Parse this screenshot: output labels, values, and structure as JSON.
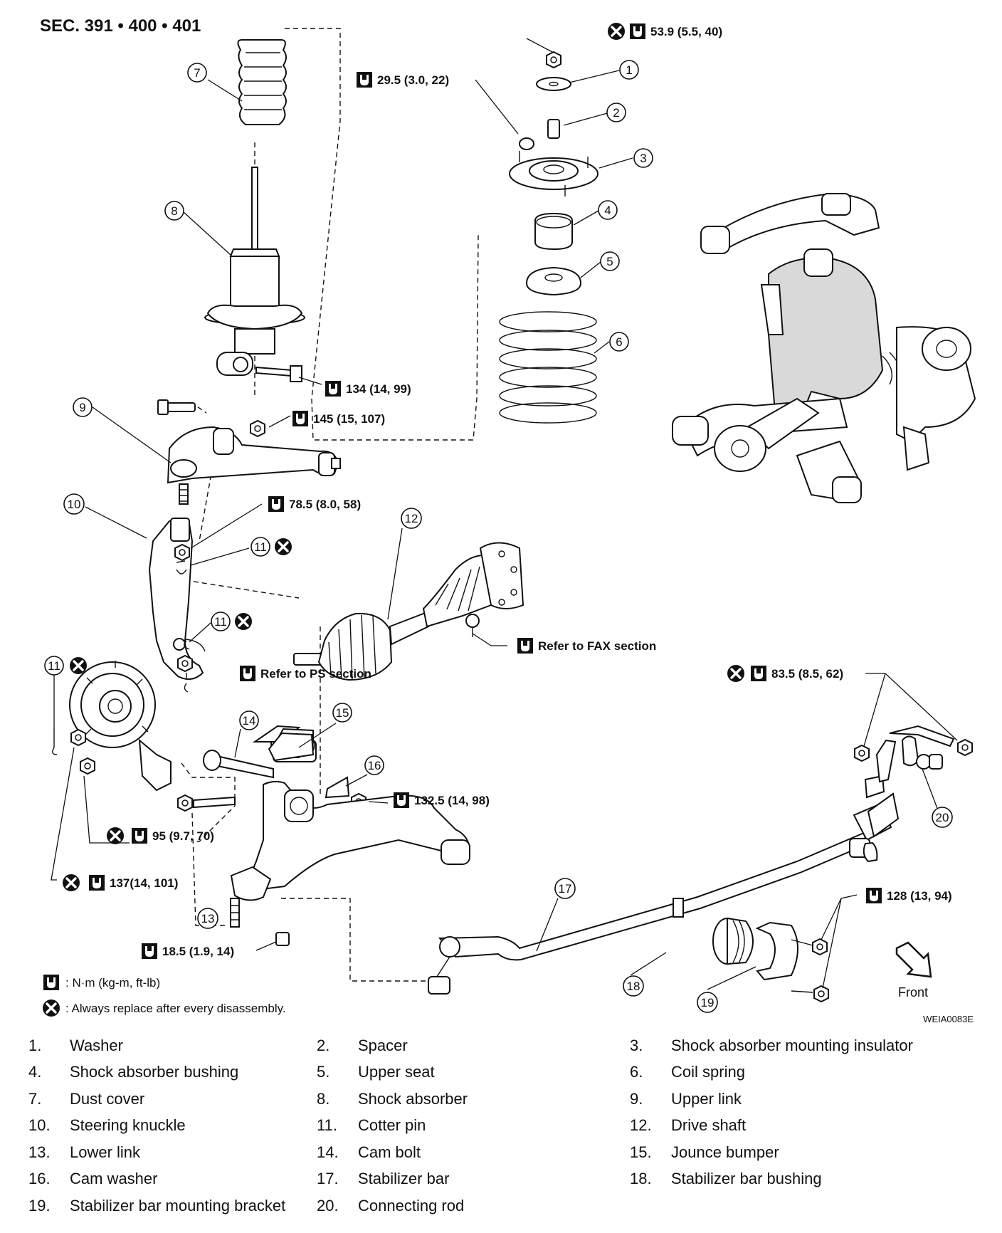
{
  "section_title": "SEC. 391 • 400 • 401",
  "torque_specs": {
    "t1": "53.9 (5.5, 40)",
    "t2": "29.5 (3.0, 22)",
    "t3": "134 (14, 99)",
    "t4": "145 (15, 107)",
    "t5": "78.5 (8.0, 58)",
    "t6": "Refer to FAX section",
    "t7": "Refer to PS section",
    "t8": "83.5 (8.5, 62)",
    "t9": "132.5 (14, 98)",
    "t10": "95 (9.7, 70)",
    "t11": "137(14, 101)",
    "t12": "128 (13, 94)",
    "t13": "18.5 (1.9, 14)"
  },
  "callouts": [
    "1",
    "2",
    "3",
    "4",
    "5",
    "6",
    "7",
    "8",
    "9",
    "10",
    "11",
    "12",
    "14",
    "15",
    "16",
    "17",
    "18",
    "19",
    "20",
    "13"
  ],
  "legend": {
    "torque": ": N·m (kg-m, ft-lb)",
    "replace": ": Always replace after every disassembly."
  },
  "figure_code": "WEIA0083E",
  "front_label": "Front",
  "parts": [
    {
      "num": "1.",
      "name": "Washer"
    },
    {
      "num": "2.",
      "name": "Spacer"
    },
    {
      "num": "3.",
      "name": "Shock absorber mounting insulator"
    },
    {
      "num": "4.",
      "name": "Shock absorber bushing"
    },
    {
      "num": "5.",
      "name": "Upper seat"
    },
    {
      "num": "6.",
      "name": "Coil spring"
    },
    {
      "num": "7.",
      "name": "Dust cover"
    },
    {
      "num": "8.",
      "name": "Shock absorber"
    },
    {
      "num": "9.",
      "name": "Upper link"
    },
    {
      "num": "10.",
      "name": "Steering knuckle"
    },
    {
      "num": "11.",
      "name": "Cotter pin"
    },
    {
      "num": "12.",
      "name": "Drive shaft"
    },
    {
      "num": "13.",
      "name": "Lower link"
    },
    {
      "num": "14.",
      "name": "Cam bolt"
    },
    {
      "num": "15.",
      "name": "Jounce bumper"
    },
    {
      "num": "16.",
      "name": "Cam washer"
    },
    {
      "num": "17.",
      "name": "Stabilizer bar"
    },
    {
      "num": "18.",
      "name": "Stabilizer bar bushing"
    },
    {
      "num": "19.",
      "name": "Stabilizer bar mounting bracket"
    },
    {
      "num": "20.",
      "name": "Connecting rod"
    }
  ]
}
